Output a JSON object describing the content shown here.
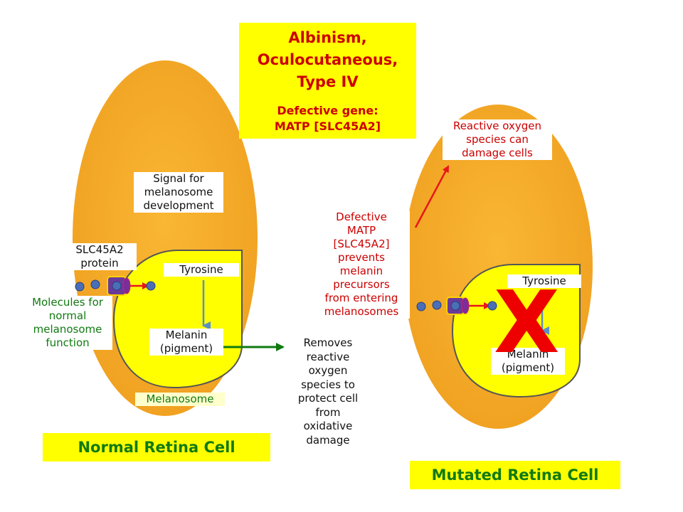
{
  "title": {
    "line1": "Albinism,",
    "line2": "Oculocutaneous,",
    "line3": "Type IV",
    "gene_label": "Defective gene:",
    "gene_name": "MATP [SLC45A2]"
  },
  "normal_cell": {
    "title": "Normal Retina Cell",
    "signal": [
      "Signal for",
      "melanosome",
      "development"
    ],
    "protein": [
      "SLC45A2",
      "protein"
    ],
    "molecules": [
      "Molecules for",
      "normal",
      "melanosome",
      "function"
    ],
    "tyrosine": "Tyrosine",
    "melanin": [
      "Melanin",
      "(pigment)"
    ],
    "melanosome": "Melanosome"
  },
  "removes_text": [
    "Removes",
    "reactive",
    "oxygen",
    "species to",
    "protect cell",
    "from",
    "oxidative",
    "damage"
  ],
  "mutated_cell": {
    "title": "Mutated Retina Cell",
    "ros": [
      "Reactive oxygen",
      "species can",
      "damage cells"
    ],
    "defect": [
      "Defective",
      "MATP",
      "[SLC45A2]",
      "prevents",
      "melanin",
      "precursors",
      "from entering",
      "melanosomes"
    ],
    "tyrosine": "Tyrosine",
    "melanin": [
      "Melanin",
      "(pigment)"
    ],
    "x_mark": "X"
  },
  "colors": {
    "cell_fill": "#f5a623",
    "melanosome_fill": "#ffff00",
    "title_bg": "#ffff00",
    "red": "#cc0000",
    "green": "#117a11",
    "arrow_blue": "#5b8fc7",
    "molecule": "#4a6fb5",
    "transporter": "#6a3a9a"
  }
}
